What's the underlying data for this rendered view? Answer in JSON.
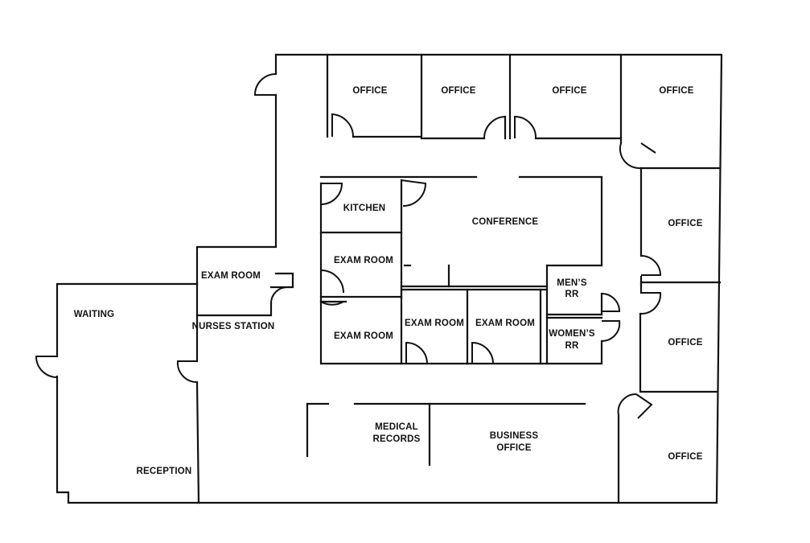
{
  "rooms": {
    "office_top_1": "OFFICE",
    "office_top_2": "OFFICE",
    "office_top_3": "OFFICE",
    "office_top_4": "OFFICE",
    "office_right_1": "OFFICE",
    "office_right_2": "OFFICE",
    "office_right_3": "OFFICE",
    "kitchen": "KITCHEN",
    "conference": "CONFERENCE",
    "exam_room_1": "EXAM ROOM",
    "exam_room_2": "EXAM ROOM",
    "exam_room_3": "EXAM ROOM",
    "exam_room_4": "EXAM ROOM",
    "exam_room_5": "EXAM ROOM",
    "mens_rr": [
      "MEN’S",
      "RR"
    ],
    "womens_rr": [
      "WOMEN’S",
      "RR"
    ],
    "waiting": "WAITING",
    "nurses_station": "NURSES STATION",
    "reception": "RECEPTION",
    "medical_records": [
      "MEDICAL",
      "RECORDS"
    ],
    "business_office": [
      "BUSINESS",
      "OFFICE"
    ]
  }
}
